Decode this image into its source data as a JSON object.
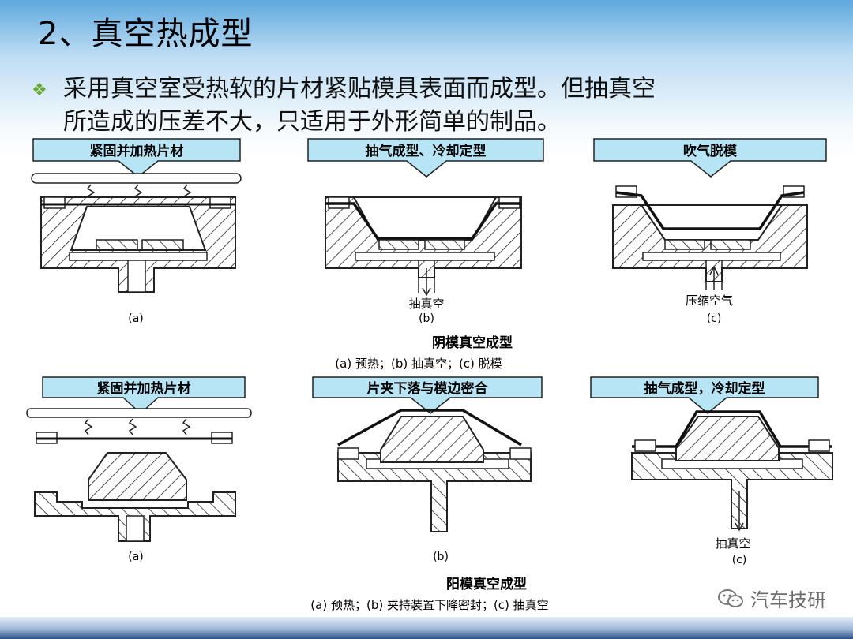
{
  "title": "2、真空热成型",
  "bullet_lines": [
    "采用真空室受热软的片材紧贴模具表面而成型。但抽真空",
    "所造成的压差不大，只适用于外形简单的制品。"
  ],
  "colors": {
    "banner_fill": "#b7e5f6",
    "hatch": "#222222",
    "bullet_diamond": "#66a832"
  },
  "top_panel": {
    "banners": [
      "紧固并加热片材",
      "抽气成型、冷却定型",
      "吹气脱模"
    ],
    "labels": [
      "(a)",
      "(b)",
      "(c)"
    ],
    "arrow_labels": [
      "抽真空",
      "压缩空气"
    ],
    "caption_title": "阴模真空成型",
    "caption_parts": "(a)  预热；(b)  抽真空；(c)  脱模"
  },
  "bottom_panel": {
    "banners": [
      "紧固并加热片材",
      "片夹下落与模边密合",
      "抽气成型，冷却定型"
    ],
    "labels": [
      "(a)",
      "(b)",
      "(c)"
    ],
    "arrow_labels": [
      "抽真空"
    ],
    "caption_title": "阳模真空成型",
    "caption_parts": "(a)  预热；(b)  夹持装置下降密封；(c)  抽真空"
  },
  "watermark": {
    "icon": "wechat-icon",
    "text": "汽车技研"
  }
}
